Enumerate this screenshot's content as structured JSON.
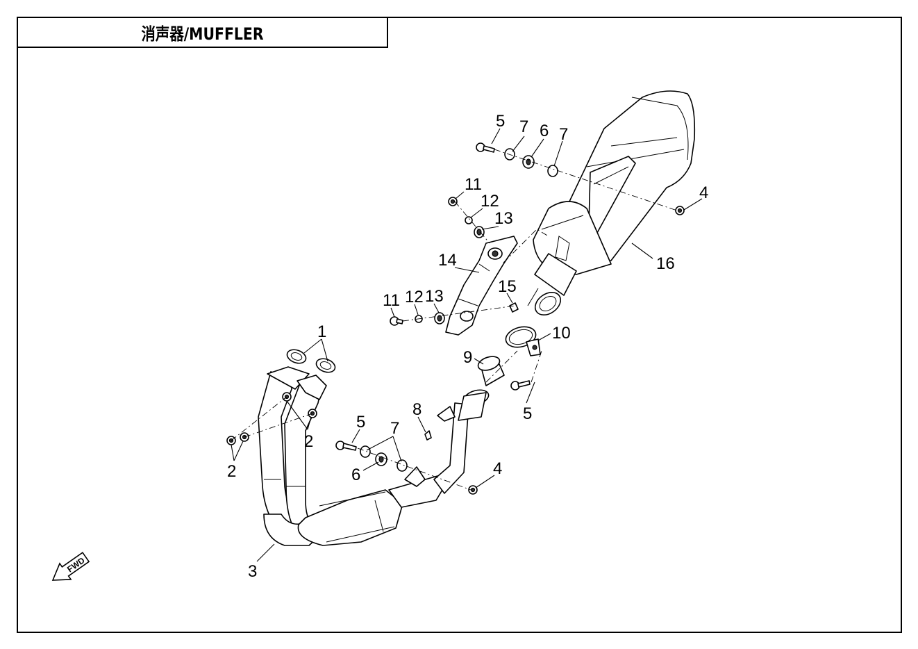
{
  "title": "消声器/MUFFLER",
  "orientation_badge": "FWD",
  "callouts": [
    {
      "id": "c-5a",
      "label": "5"
    },
    {
      "id": "c-7a",
      "label": "7"
    },
    {
      "id": "c-6a",
      "label": "6"
    },
    {
      "id": "c-7b",
      "label": "7"
    },
    {
      "id": "c-4a",
      "label": "4"
    },
    {
      "id": "c-11a",
      "label": "11"
    },
    {
      "id": "c-12a",
      "label": "12"
    },
    {
      "id": "c-13a",
      "label": "13"
    },
    {
      "id": "c-14",
      "label": "14"
    },
    {
      "id": "c-16",
      "label": "16"
    },
    {
      "id": "c-15",
      "label": "15"
    },
    {
      "id": "c-11b",
      "label": "11"
    },
    {
      "id": "c-12b",
      "label": "12"
    },
    {
      "id": "c-13b",
      "label": "13"
    },
    {
      "id": "c-1",
      "label": "1"
    },
    {
      "id": "c-10",
      "label": "10"
    },
    {
      "id": "c-9",
      "label": "9"
    },
    {
      "id": "c-5b",
      "label": "5"
    },
    {
      "id": "c-8",
      "label": "8"
    },
    {
      "id": "c-5c",
      "label": "5"
    },
    {
      "id": "c-7c",
      "label": "7"
    },
    {
      "id": "c-2a",
      "label": "2"
    },
    {
      "id": "c-2b",
      "label": "2"
    },
    {
      "id": "c-6b",
      "label": "6"
    },
    {
      "id": "c-4b",
      "label": "4"
    },
    {
      "id": "c-3",
      "label": "3"
    }
  ]
}
